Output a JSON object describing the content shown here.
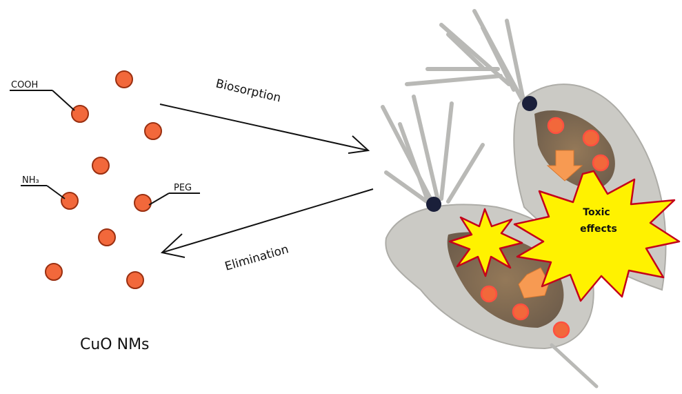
{
  "labels": {
    "cooh": "COOH",
    "nh3": "NH₃",
    "peg": "PEG",
    "biosorption": "Biosorption",
    "elimination": "Elimination",
    "toxic_line1": "Toxic",
    "toxic_line2": "effects",
    "caption": "CuO NMs"
  },
  "colors": {
    "particle_fill": "#f2683b",
    "particle_stroke": "#9a2f10",
    "arrow": "#111111",
    "burst_fill": "#fff200",
    "burst_stroke": "#c4001a",
    "flow_arrow": "#f79a52",
    "daphnia_body": "#c9c8c2",
    "daphnia_dark": "#6b5640",
    "antenna": "#b9b9b6"
  },
  "icons": [
    "nanoparticle-icon",
    "biosorption-arrow",
    "elimination-arrow",
    "daphnia-organism",
    "toxic-burst-icon",
    "eye-icon",
    "orange-flow-arrow"
  ]
}
